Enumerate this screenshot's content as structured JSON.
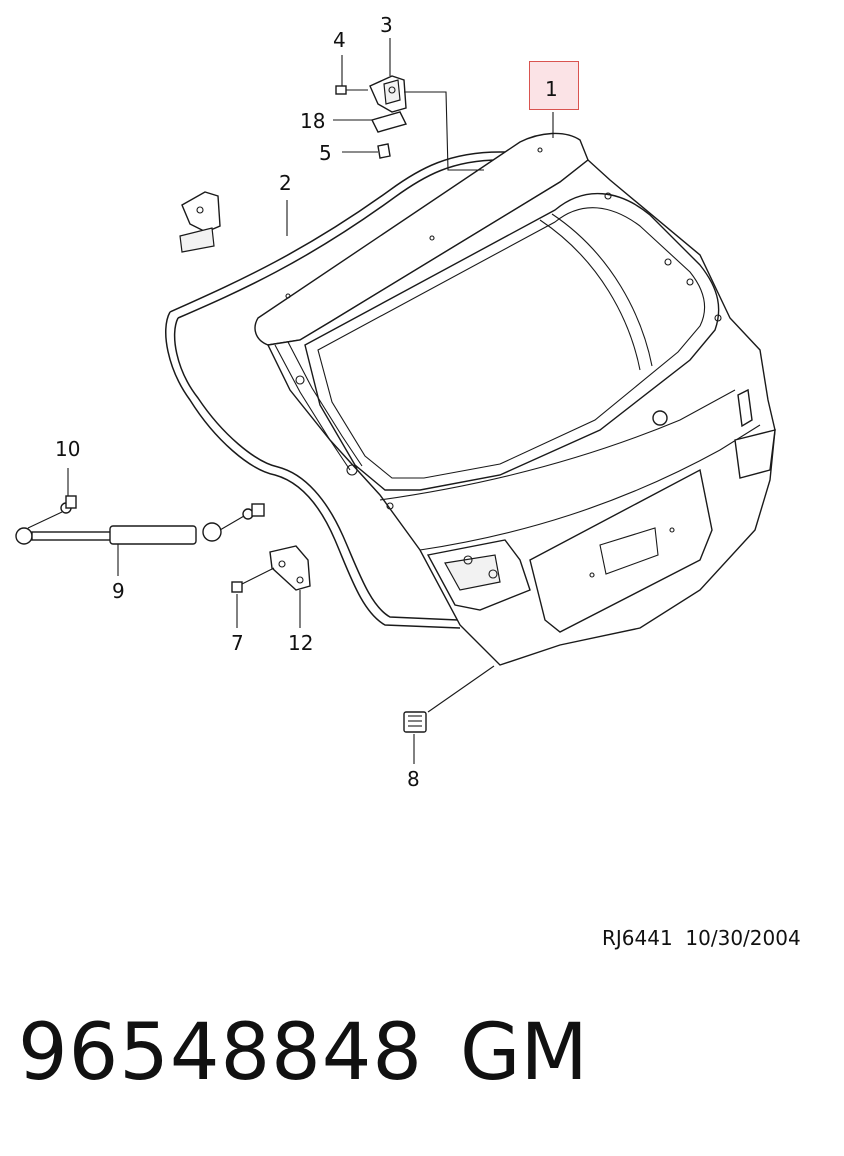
{
  "callouts": {
    "c1": "1",
    "c2": "2",
    "c3": "3",
    "c4": "4",
    "c5": "5",
    "c7": "7",
    "c8": "8",
    "c9": "9",
    "c10": "10",
    "c12": "12",
    "c18": "18"
  },
  "highlighted_callout": "1",
  "highlight_color": "#fbe3e6",
  "highlight_border_color": "#d9534f",
  "reference": {
    "code": "RJ6441",
    "date": "10/30/2004"
  },
  "footer": {
    "part_number": "96548848",
    "brand": "GM"
  }
}
